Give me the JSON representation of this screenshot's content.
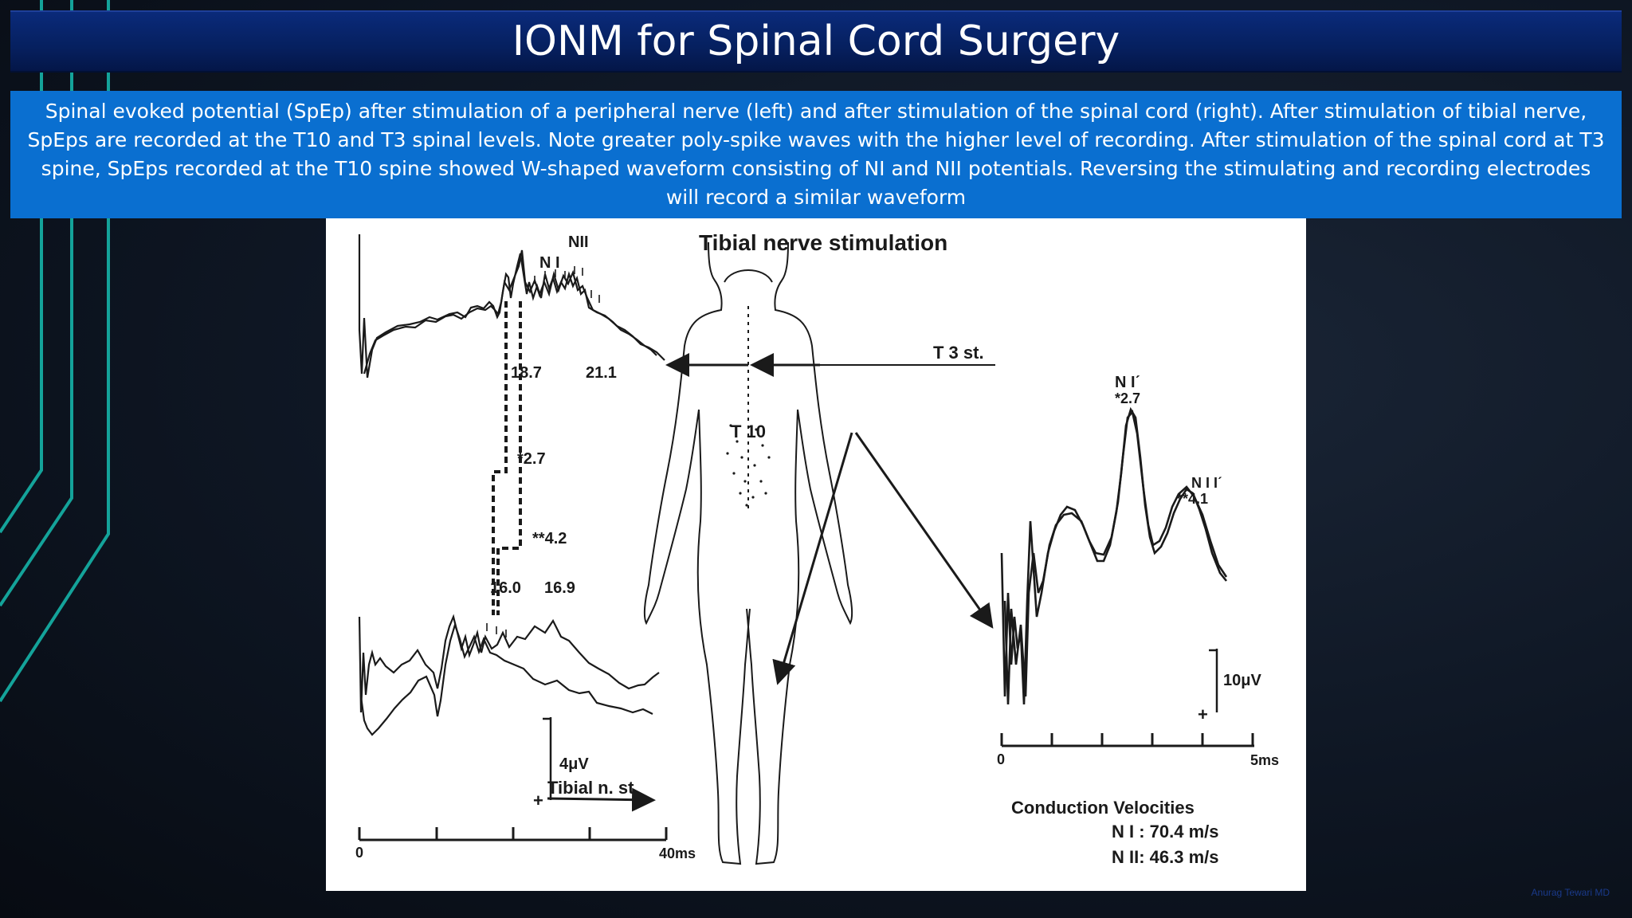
{
  "slide": {
    "title": "IONM for Spinal Cord Surgery",
    "caption": "Spinal evoked potential (SpEp) after stimulation of a peripheral nerve (left) and after stimulation of the spinal cord (right). After stimulation of tibial nerve, SpEps are recorded at the T10 and T3 spinal levels. Note greater poly-spike waves with the higher level of recording. After stimulation of the spinal cord at T3 spine, SpEps recorded at the T10 spine showed W-shaped waveform consisting of NI and NII potentials. Reversing the stimulating and recording electrodes will record a similar waveform",
    "watermark": "Anurag Tewari MD"
  },
  "figure": {
    "heading": "Tibial nerve stimulation",
    "left_panel": {
      "peak_ni": "N I",
      "peak_nii": "NII",
      "lat_upper_1": "18.7",
      "lat_upper_2": "21.1",
      "diff_ni": "*2.7",
      "diff_nii": "**4.2",
      "lat_lower_1": "16.0",
      "lat_lower_2": "16.9",
      "scale": "4μV",
      "axis_start": "0",
      "axis_end": "40ms"
    },
    "body": {
      "t3_label": "T 3 st.",
      "t10_label": "T 10",
      "tibial_label": "Tibial n. st."
    },
    "right_panel": {
      "peak_ni": "N Iˊ",
      "ni_latency": "*2.7",
      "peak_nii": "N I Iˊ",
      "nii_latency": "**4.1",
      "scale": "10μV",
      "axis_start": "0",
      "axis_end": "5ms"
    },
    "velocities": {
      "title": "Conduction Velocities",
      "ni": "N I : 70.4 m/s",
      "nii": "N II: 46.3 m/s"
    }
  }
}
